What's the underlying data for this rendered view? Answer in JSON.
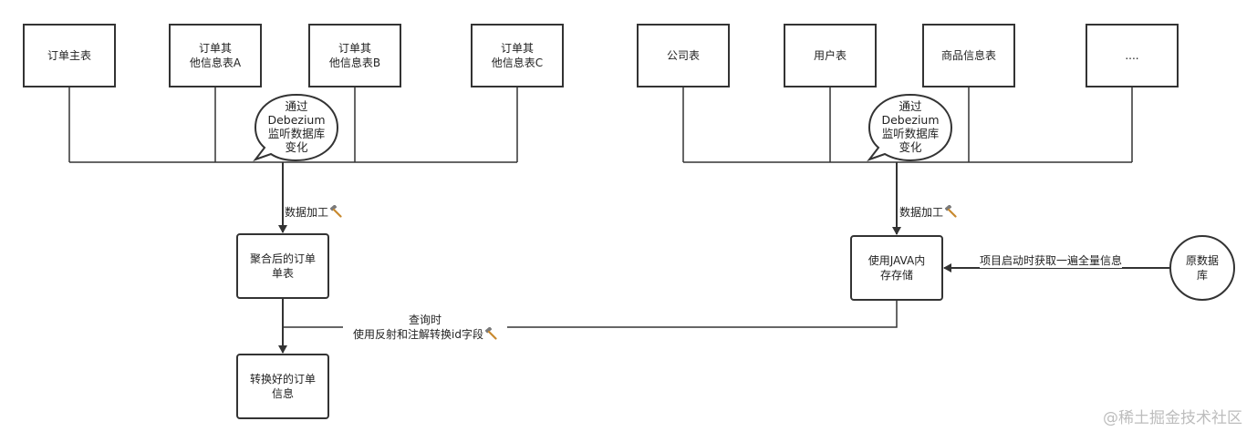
{
  "left_group": {
    "tables": [
      {
        "label": "订单主表"
      },
      {
        "label": "订单其\n他信息表A"
      },
      {
        "label": "订单其\n他信息表B"
      },
      {
        "label": "订单其\n他信息表C"
      }
    ],
    "bubble": "通过\nDebezium\n监听数据库\n变化",
    "process_label": "数据加工",
    "aggregated": "聚合后的订单\n单表",
    "query_label": "查询时\n使用反射和注解转换id字段",
    "result": "转换好的订单\n信息"
  },
  "right_group": {
    "tables": [
      {
        "label": "公司表"
      },
      {
        "label": "用户表"
      },
      {
        "label": "商品信息表"
      },
      {
        "label": "...."
      }
    ],
    "bubble": "通过\nDebezium\n监听数据库\n变化",
    "process_label": "数据加工",
    "memory_store": "使用JAVA内\n存存储",
    "startup_label": "项目启动时获取一遍全量信息",
    "source_db": "原数据\n库"
  },
  "watermark": "@稀土掘金技术社区",
  "icons": {
    "process": "hammer-icon"
  }
}
